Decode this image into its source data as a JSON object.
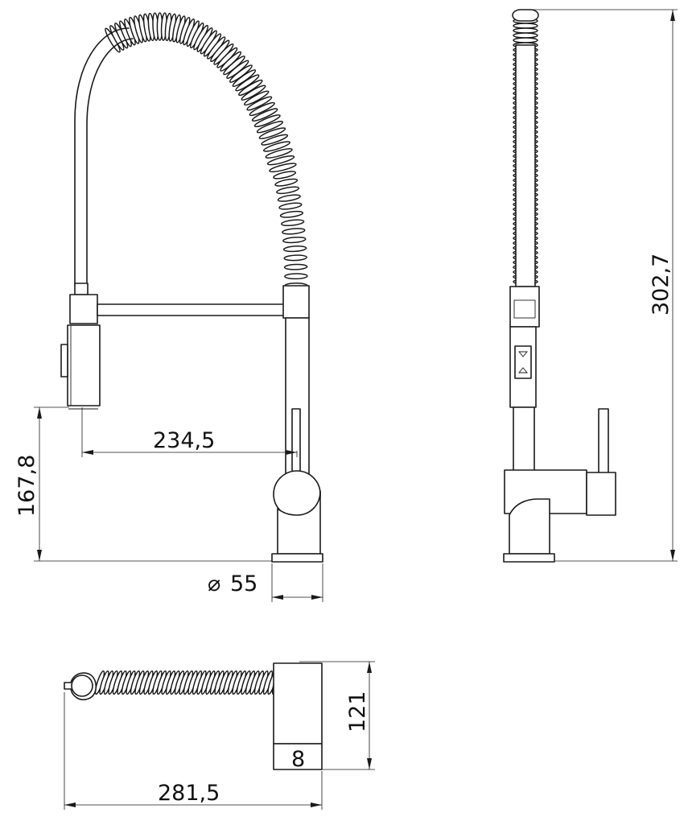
{
  "dimensions": {
    "spout_reach": "234,5",
    "spray_height": "167,8",
    "total_height": "302,7",
    "base_diameter_value": "55",
    "top_length": "281,5",
    "top_depth": "121"
  },
  "symbols": {
    "diameter": "⌀"
  }
}
